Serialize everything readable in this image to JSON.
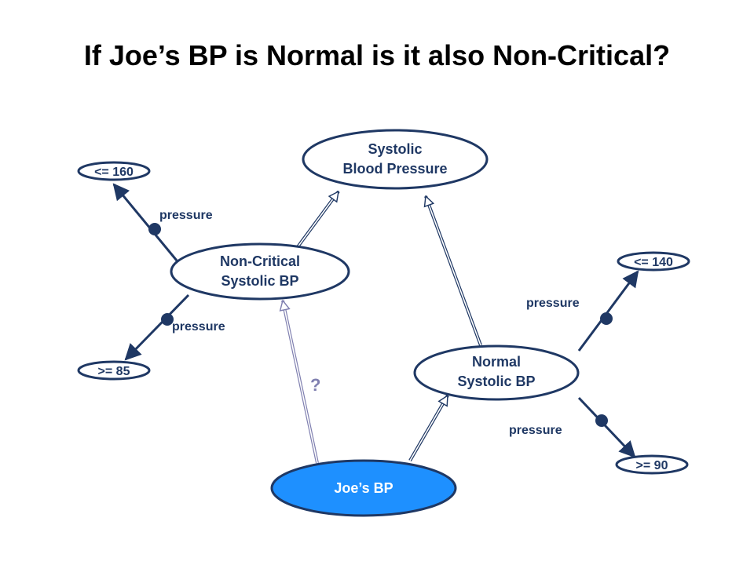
{
  "title": "If Joe’s BP is Normal is it also Non-Critical?",
  "colors": {
    "node_stroke": "#1f3864",
    "text": "#1f3864",
    "instance_fill": "#1e90ff",
    "query_edge": "#8080b0"
  },
  "nodes": {
    "systolic_bp": {
      "line1": "Systolic",
      "line2": "Blood Pressure"
    },
    "non_critical": {
      "line1": "Non-Critical",
      "line2": "Systolic BP"
    },
    "normal": {
      "line1": "Normal",
      "line2": "Systolic BP"
    },
    "joes_bp": {
      "label": "Joe’s BP"
    }
  },
  "values": {
    "nc_upper": "<= 160",
    "nc_lower": ">=  85",
    "n_upper": "<= 140",
    "n_lower": ">=  90"
  },
  "edge_labels": {
    "nc_upper": "pressure",
    "nc_lower": "pressure",
    "n_upper": "pressure",
    "n_lower": "pressure",
    "query": "?"
  }
}
